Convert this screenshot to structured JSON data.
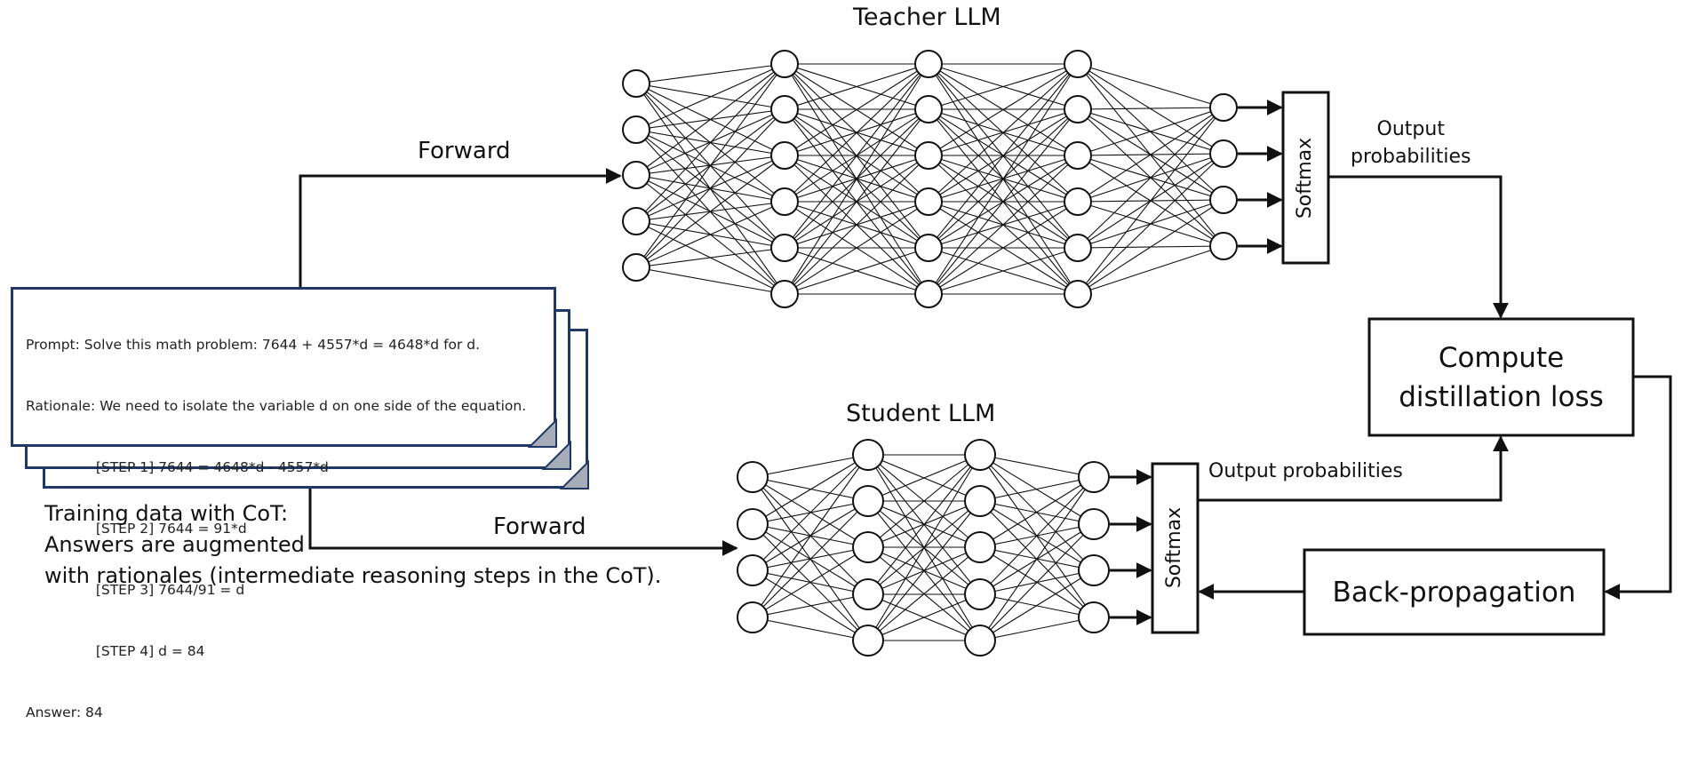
{
  "teacher": {
    "title": "Teacher LLM",
    "softmax": "Softmax",
    "output_label_line1": "Output",
    "output_label_line2": "probabilities",
    "forward_label": "Forward"
  },
  "student": {
    "title": "Student LLM",
    "softmax": "Softmax",
    "output_label": "Output probabilities",
    "forward_label": "Forward"
  },
  "loss_box": {
    "line1": "Compute",
    "line2": "distillation loss"
  },
  "backprop_box": {
    "label": "Back-propagation"
  },
  "document": {
    "lines": [
      "Prompt: Solve this math problem: 7644 + 4557*d = 4648*d for d.",
      "Rationale: We need to isolate the variable d on one side of the equation.",
      "                [STEP 1] 7644 = 4648*d - 4557*d",
      "                [STEP 2] 7644 = 91*d",
      "                [STEP 3] 7644/91 = d",
      "                [STEP 4] d = 84",
      "Answer: 84"
    ],
    "border_color": "#1f3864",
    "fold_color": "#a6adb8"
  },
  "caption": {
    "line1": "Training data with CoT:",
    "line2": "Answers are augmented",
    "line3": "with rationales (intermediate reasoning steps in the CoT)."
  }
}
